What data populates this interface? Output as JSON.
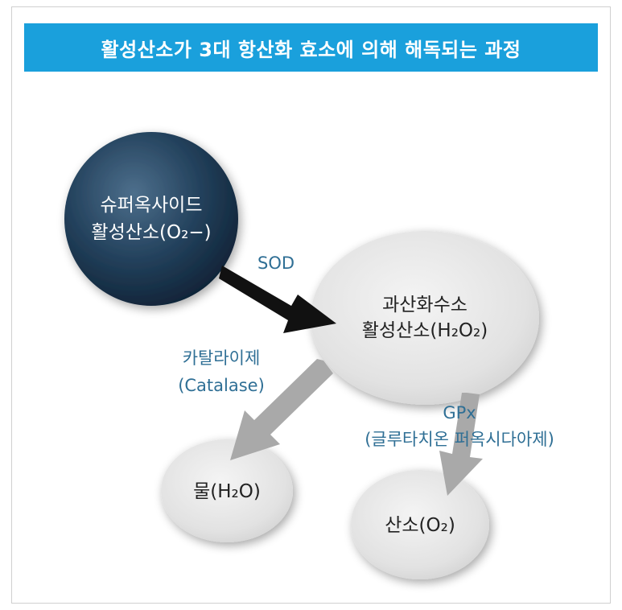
{
  "title": "활성산소가 3대 항산화 효소에 의해 해독되는 과정",
  "nodes": {
    "superoxide": {
      "line1": "슈퍼옥사이드",
      "line2": "활성산소(O₂−)"
    },
    "peroxide": {
      "line1": "과산화수소",
      "line2": "활성산소(H₂O₂)"
    },
    "water": {
      "label": "물(H₂O)"
    },
    "oxygen": {
      "label": "산소(O₂)"
    }
  },
  "enzymes": {
    "sod": "SOD",
    "catalase_line1": "카탈라이제",
    "catalase_line2": "(Catalase)",
    "gpx_line1": "GPx",
    "gpx_line2": "(글루타치온 퍼옥시다아제)"
  },
  "colors": {
    "title_bar": "#1aa0dc",
    "dark_node": "#1e3a52",
    "light_node": "#e6e6e6",
    "enzyme_text": "#2f6f95",
    "arrow_dark": "#111111",
    "arrow_light": "#a9a9a9"
  }
}
